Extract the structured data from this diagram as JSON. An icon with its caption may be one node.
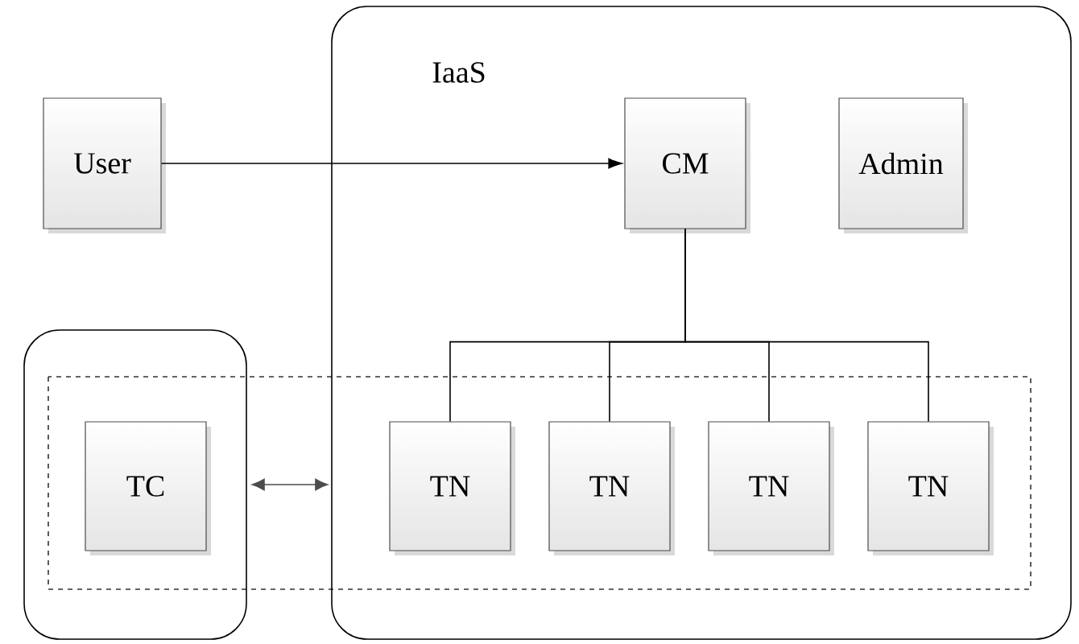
{
  "diagram": {
    "nodes": [
      {
        "text": [
          "IaaS"
        ]
      },
      {
        "text": [
          "User"
        ]
      },
      {
        "text": [
          "CM"
        ],
        "in": 0
      },
      {
        "text": [
          "Admin"
        ],
        "in": 0
      },
      {
        "text": [],
        "shape": "box"
      },
      {
        "text": [
          "TC"
        ],
        "in": 4
      },
      {
        "text": [
          "TN"
        ],
        "in": 0
      },
      {
        "text": [
          "TN"
        ],
        "in": 0
      },
      {
        "text": [
          "TN"
        ],
        "in": 0
      },
      {
        "text": [
          "TN"
        ],
        "in": 0
      }
    ],
    "edges": [
      {
        "from": 1,
        "to": 2,
        "arrow": "to"
      },
      {
        "from": 2,
        "to": 6,
        "arrow": "none"
      },
      {
        "from": 2,
        "to": 7,
        "arrow": "none"
      },
      {
        "from": 2,
        "to": 8,
        "arrow": "none"
      },
      {
        "from": 2,
        "to": 9,
        "arrow": "none"
      },
      {
        "from": 4,
        "to": 0,
        "arrow": "both"
      }
    ]
  }
}
